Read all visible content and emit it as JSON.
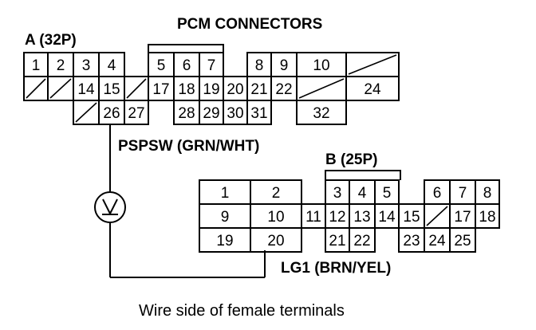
{
  "title": "PCM CONNECTORS",
  "connector_a": {
    "label": "A (32P)",
    "row1": [
      "1",
      "2",
      "3",
      "4",
      "5",
      "6",
      "7",
      "8",
      "9",
      "10"
    ],
    "row2": [
      "14",
      "15",
      "17",
      "18",
      "19",
      "20",
      "21",
      "22",
      "24"
    ],
    "row3": [
      "26",
      "27",
      "28",
      "29",
      "30",
      "31",
      "32"
    ]
  },
  "connector_b": {
    "label": "B (25P)",
    "row1": [
      "1",
      "2",
      "3",
      "4",
      "5",
      "6",
      "7",
      "8"
    ],
    "row2": [
      "9",
      "10",
      "11",
      "12",
      "13",
      "14",
      "15",
      "17",
      "18"
    ],
    "row3": [
      "19",
      "20",
      "21",
      "22",
      "23",
      "24",
      "25"
    ]
  },
  "wires": {
    "pspsw": "PSPSW (GRN/WHT)",
    "lg1": "LG1 (BRN/YEL)"
  },
  "meter_symbol": "V",
  "caption": "Wire side of female terminals"
}
